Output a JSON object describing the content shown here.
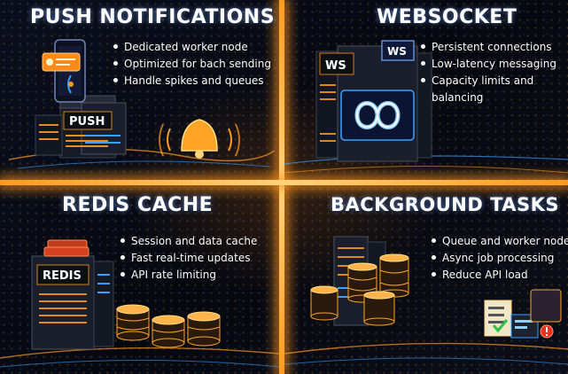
{
  "panels": {
    "push": {
      "title": "PUSH NOTIFICATIONS",
      "server_label": "PUSH",
      "bullets": [
        "Dedicated worker node",
        "Optimized for bach sending",
        "Handle spikes and queues"
      ]
    },
    "websocket": {
      "title": "WEBSOCKET",
      "server_label": "WS",
      "badge_label": "WS",
      "bullets": [
        "Persistent connections",
        "Low-latency messaging",
        "Capacity limits and",
        "balancing"
      ]
    },
    "redis": {
      "title": "REDIS CACHE",
      "server_label": "REDIS",
      "bullets": [
        "Session and data cache",
        "Fast real-time updates",
        "API rate limiting"
      ]
    },
    "tasks": {
      "title": "BACKGROUND TASKS",
      "bullets": [
        "Queue and worker nodes",
        "Async job processing",
        "Reduce API load"
      ]
    }
  },
  "colors": {
    "accent_orange": "#ff9a1f",
    "accent_blue": "#3aa0ff",
    "text": "#ffffff"
  },
  "icons": [
    "smartphone-icon",
    "bell-icon",
    "infinity-icon",
    "database-icon",
    "checklist-icon",
    "alert-icon"
  ]
}
